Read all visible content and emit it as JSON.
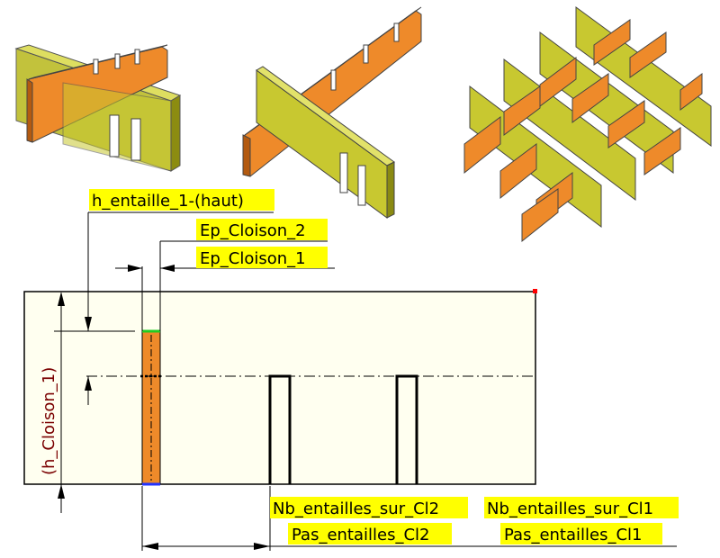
{
  "labels": {
    "h_entaille_1": "h_entaille_1-(haut)",
    "ep_cloison_2": "Ep_Cloison_2",
    "ep_cloison_1": "Ep_Cloison_1",
    "h_cloison_1": "(h_Cloison_1)",
    "nb_entailles_cl2": "Nb_entailles_sur_Cl2",
    "pas_entailles_cl2": "Pas_entailles_Cl2",
    "nb_entailles_cl1": "Nb_entailles_sur_Cl1",
    "pas_entailles_cl1": "Pas_entailles_Cl1"
  },
  "colors": {
    "panel_fill": "#fffff0",
    "label_highlight": "#ffff00",
    "orange": "#ee8a2a",
    "olive": "#c8c830",
    "green_edge": "#22cc22",
    "blue_edge": "#2233ff",
    "corner_marker": "#ff0000",
    "vertical_label": "#7a0000"
  }
}
